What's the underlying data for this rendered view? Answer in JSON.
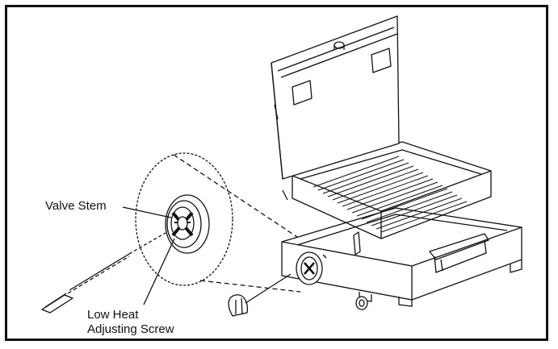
{
  "labels": {
    "valve_stem": "Valve Stem",
    "low_heat": "Low  Heat",
    "adjusting_screw": "Adjusting Screw"
  },
  "colors": {
    "line": "#111111",
    "background": "#ffffff"
  }
}
